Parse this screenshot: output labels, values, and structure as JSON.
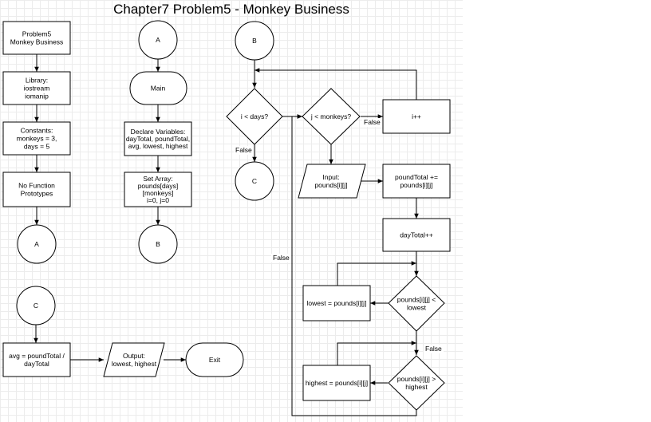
{
  "title": "Chapter7 Problem5 - Monkey Business",
  "nodes": {
    "start": [
      "Problem5",
      "Monkey Business"
    ],
    "library": [
      "Library:",
      "iostream",
      "iomanip"
    ],
    "constants": [
      "Constants:",
      "monkeys = 3,",
      "days = 5"
    ],
    "prototypes": [
      "No Function",
      "Prototypes"
    ],
    "conn_a_out": [
      "A"
    ],
    "conn_c_in": [
      "C"
    ],
    "avg": [
      "avg = poundTotal /",
      "dayTotal"
    ],
    "output": [
      "Output:",
      "lowest, highest"
    ],
    "exit": [
      "Exit"
    ],
    "conn_a_in": [
      "A"
    ],
    "main": [
      "Main"
    ],
    "declare": [
      "Declare Variables:",
      "dayTotal, poundTotal,",
      "avg, lowest, highest"
    ],
    "set_array": [
      "Set Array:",
      "pounds[days]",
      "[monkeys]",
      "i=0, j=0"
    ],
    "conn_b_out": [
      "B"
    ],
    "conn_b_in": [
      "B"
    ],
    "cond_i": [
      "i < days?"
    ],
    "conn_c_out": [
      "C"
    ],
    "cond_j": [
      "j < monkeys?"
    ],
    "inc_i": [
      "i++"
    ],
    "input": [
      "Input:",
      "pounds[i][j]"
    ],
    "pound_total": [
      "poundTotal +=",
      "pounds[i][j]"
    ],
    "day_total": [
      "dayTotal++"
    ],
    "cond_low": [
      "pounds[i][j] <",
      "lowest"
    ],
    "set_low": [
      "lowest = pounds[i][j]"
    ],
    "cond_high": [
      "pounds[i][j] >",
      "highest"
    ],
    "set_high": [
      "highest = pounds[i][j]"
    ]
  },
  "edge_labels": {
    "i_false": "False",
    "j_false": "False",
    "loop_false": "False",
    "low_false": "False"
  }
}
